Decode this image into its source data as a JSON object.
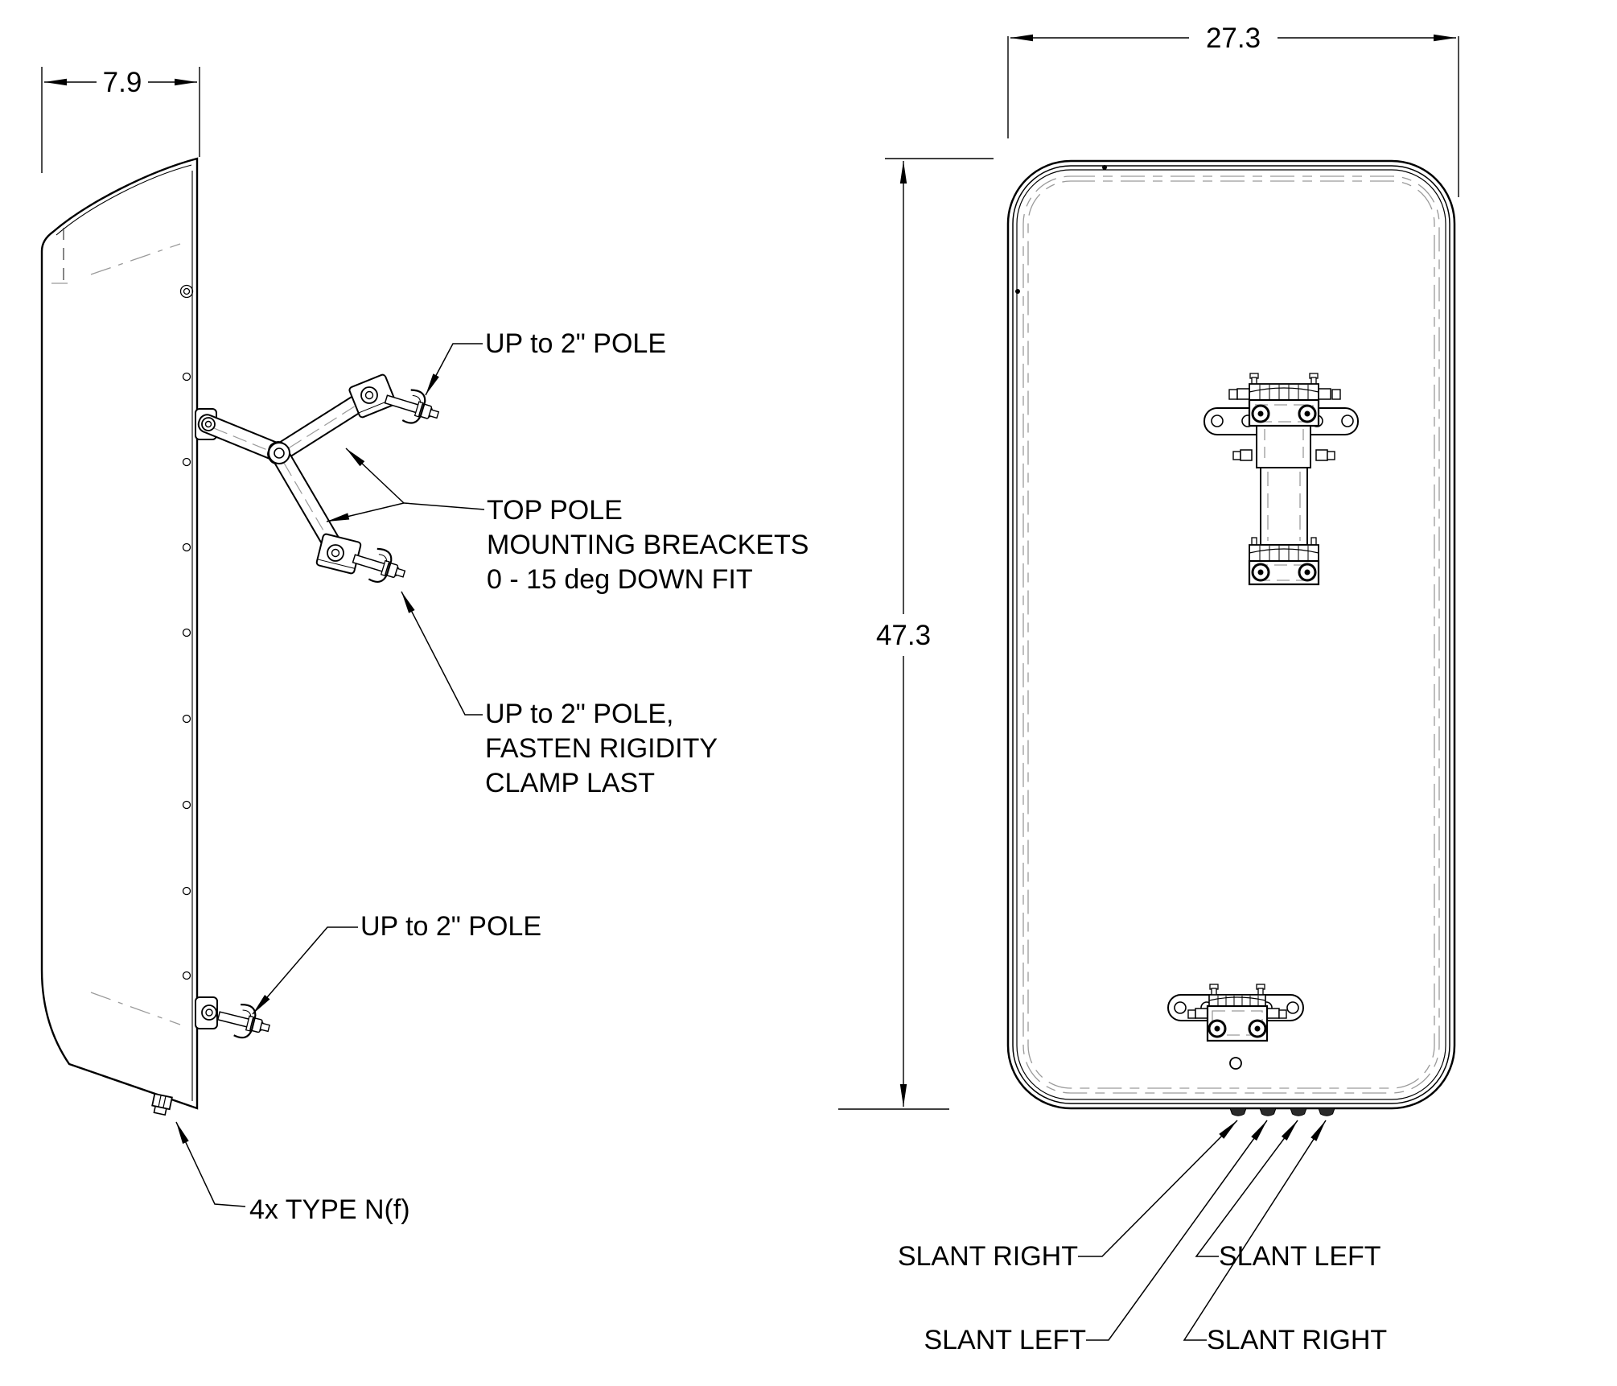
{
  "drawing": {
    "title": "antenna-panel-mounting-drawing",
    "background": "#ffffff",
    "line_color": "#000000",
    "hidden_line_color": "#9a9a9a"
  },
  "side_view": {
    "width_dim": "7.9",
    "label_top_pole": "UP to 2\" POLE",
    "bracket_note": [
      "TOP POLE",
      "MOUNTING BREACKETS",
      "0 - 15 deg DOWN FIT"
    ],
    "rigidity_note": [
      "UP to 2\" POLE,",
      "FASTEN RIGIDITY",
      "CLAMP LAST"
    ],
    "label_bottom_pole": "UP to 2\" POLE",
    "connector_note": "4x TYPE N(f)"
  },
  "rear_view": {
    "width_dim": "27.3",
    "height_dim": "47.3",
    "ports": [
      "SLANT RIGHT",
      "SLANT LEFT",
      "SLANT LEFT",
      "SLANT RIGHT"
    ]
  }
}
